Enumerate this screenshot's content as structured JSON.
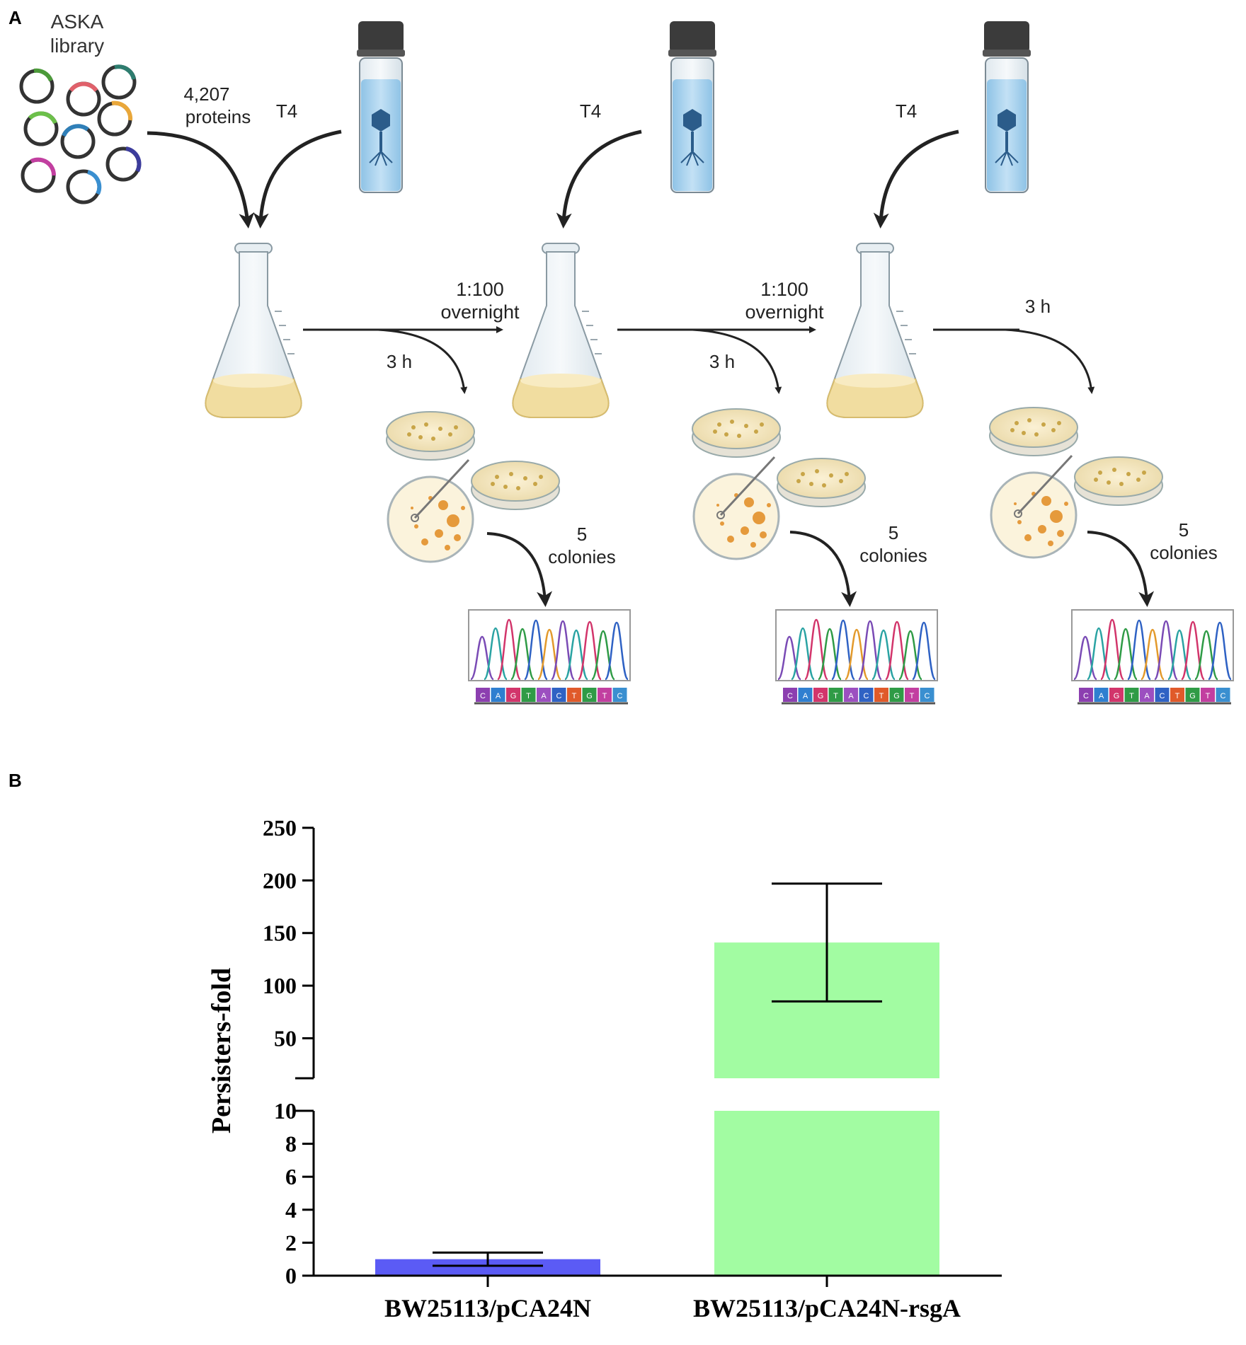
{
  "panel_a": {
    "label": "A",
    "library": {
      "line1": "ASKA",
      "line2": "library"
    },
    "proteins": {
      "line1": "4,207",
      "line2": "proteins"
    },
    "phage": [
      "T4",
      "T4",
      "T4"
    ],
    "transfer": [
      {
        "line1": "1:100",
        "line2": "overnight"
      },
      {
        "line1": "1:100",
        "line2": "overnight"
      }
    ],
    "incubation": [
      "3 h",
      "3 h",
      "3 h"
    ],
    "colonies": [
      {
        "line1": "5",
        "line2": "colonies"
      },
      {
        "line1": "5",
        "line2": "colonies"
      },
      {
        "line1": "5",
        "line2": "colonies"
      }
    ],
    "sequence_letters": [
      "C",
      "A",
      "G",
      "T",
      "A",
      "C",
      "T",
      "G",
      "T",
      "C"
    ]
  },
  "panel_b": {
    "label": "B",
    "colors": {
      "bar1": "#5b5bf5",
      "bar2": "#a2fca2",
      "axis": "#000000"
    },
    "chart_data": {
      "type": "bar",
      "categories": [
        "BW25113/pCA24N",
        "BW25113/pCA24N-rsgA"
      ],
      "values": [
        1.0,
        141
      ],
      "error": [
        0.4,
        56
      ],
      "ylabel": "Persisters-fold",
      "xlabel": "",
      "title": "",
      "y_axis_break": {
        "lower": [
          0,
          10
        ],
        "upper": [
          12,
          250
        ]
      },
      "yticks_lower": [
        0,
        2,
        4,
        6,
        8,
        10
      ],
      "yticks_upper": [
        50,
        100,
        150,
        200,
        250
      ],
      "grid": false
    }
  }
}
